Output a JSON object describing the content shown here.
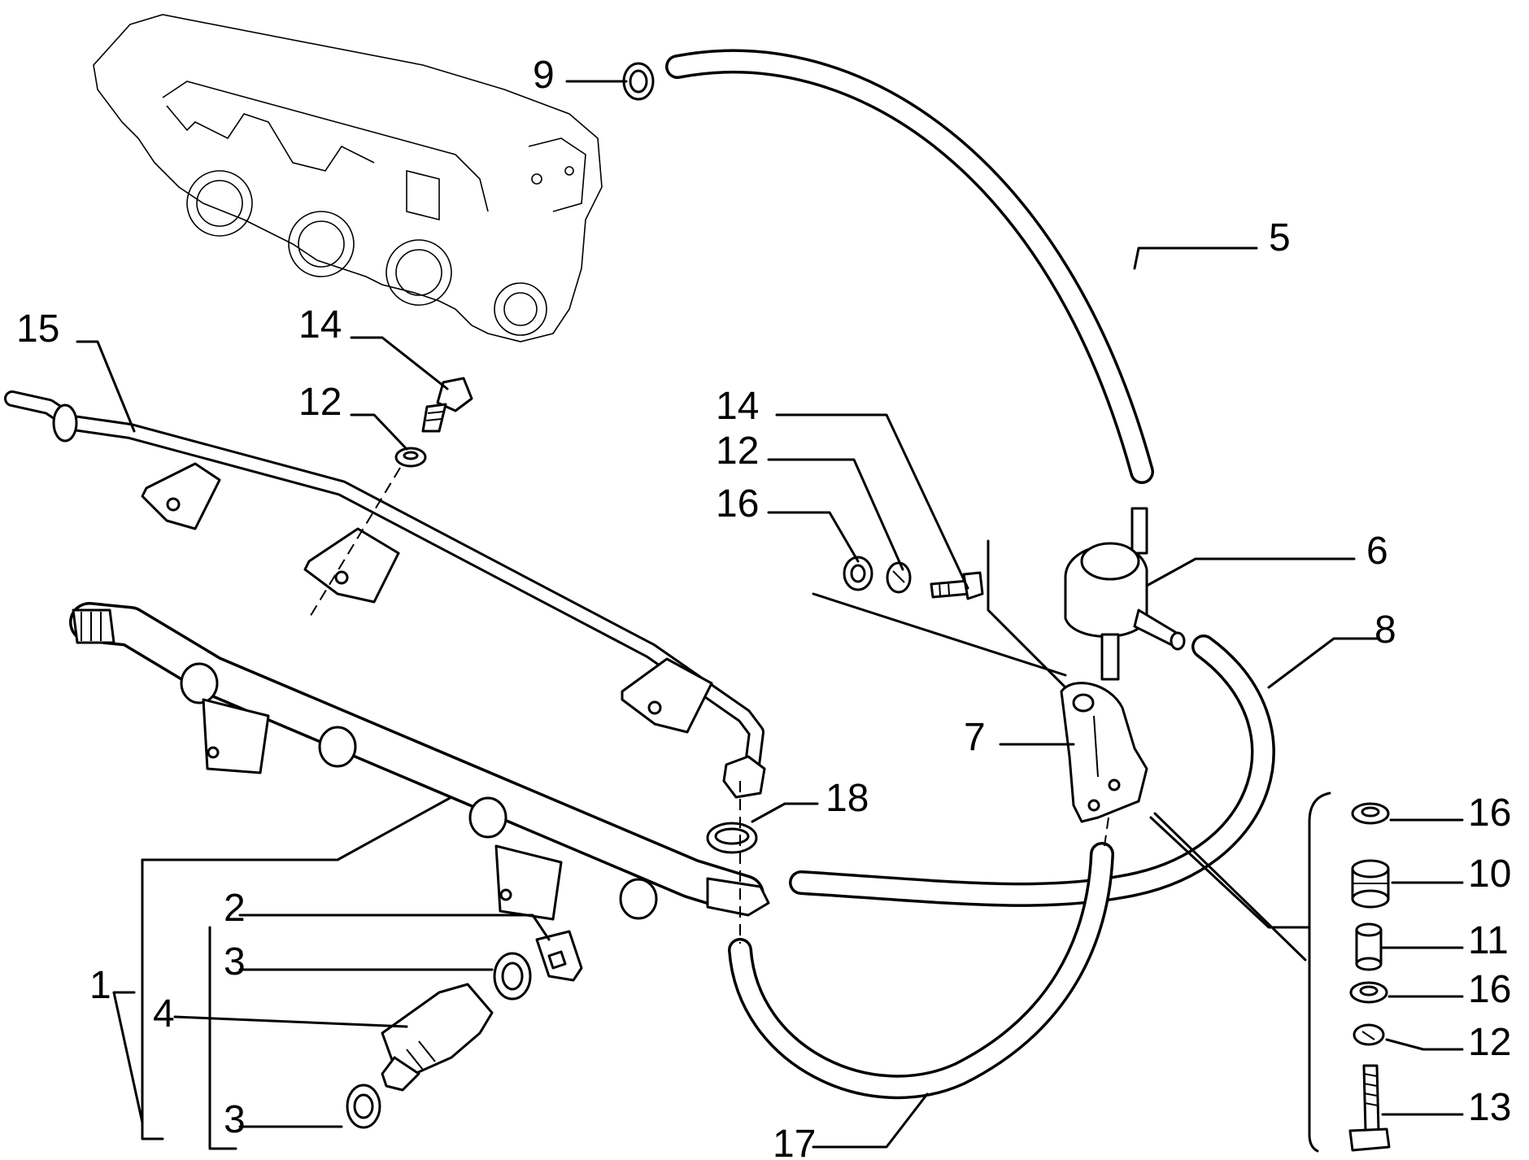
{
  "diagram": {
    "labels": {
      "p1": "1",
      "p2": "2",
      "p3a": "3",
      "p3b": "3",
      "p4": "4",
      "p5": "5",
      "p6": "6",
      "p7": "7",
      "p8": "8",
      "p9": "9",
      "p10": "10",
      "p11": "11",
      "p12a": "12",
      "p12b": "12",
      "p12c": "12",
      "p13": "13",
      "p14a": "14",
      "p14b": "14",
      "p15": "15",
      "p16a": "16",
      "p16b": "16",
      "p16c": "16",
      "p17": "17",
      "p18": "18"
    }
  }
}
